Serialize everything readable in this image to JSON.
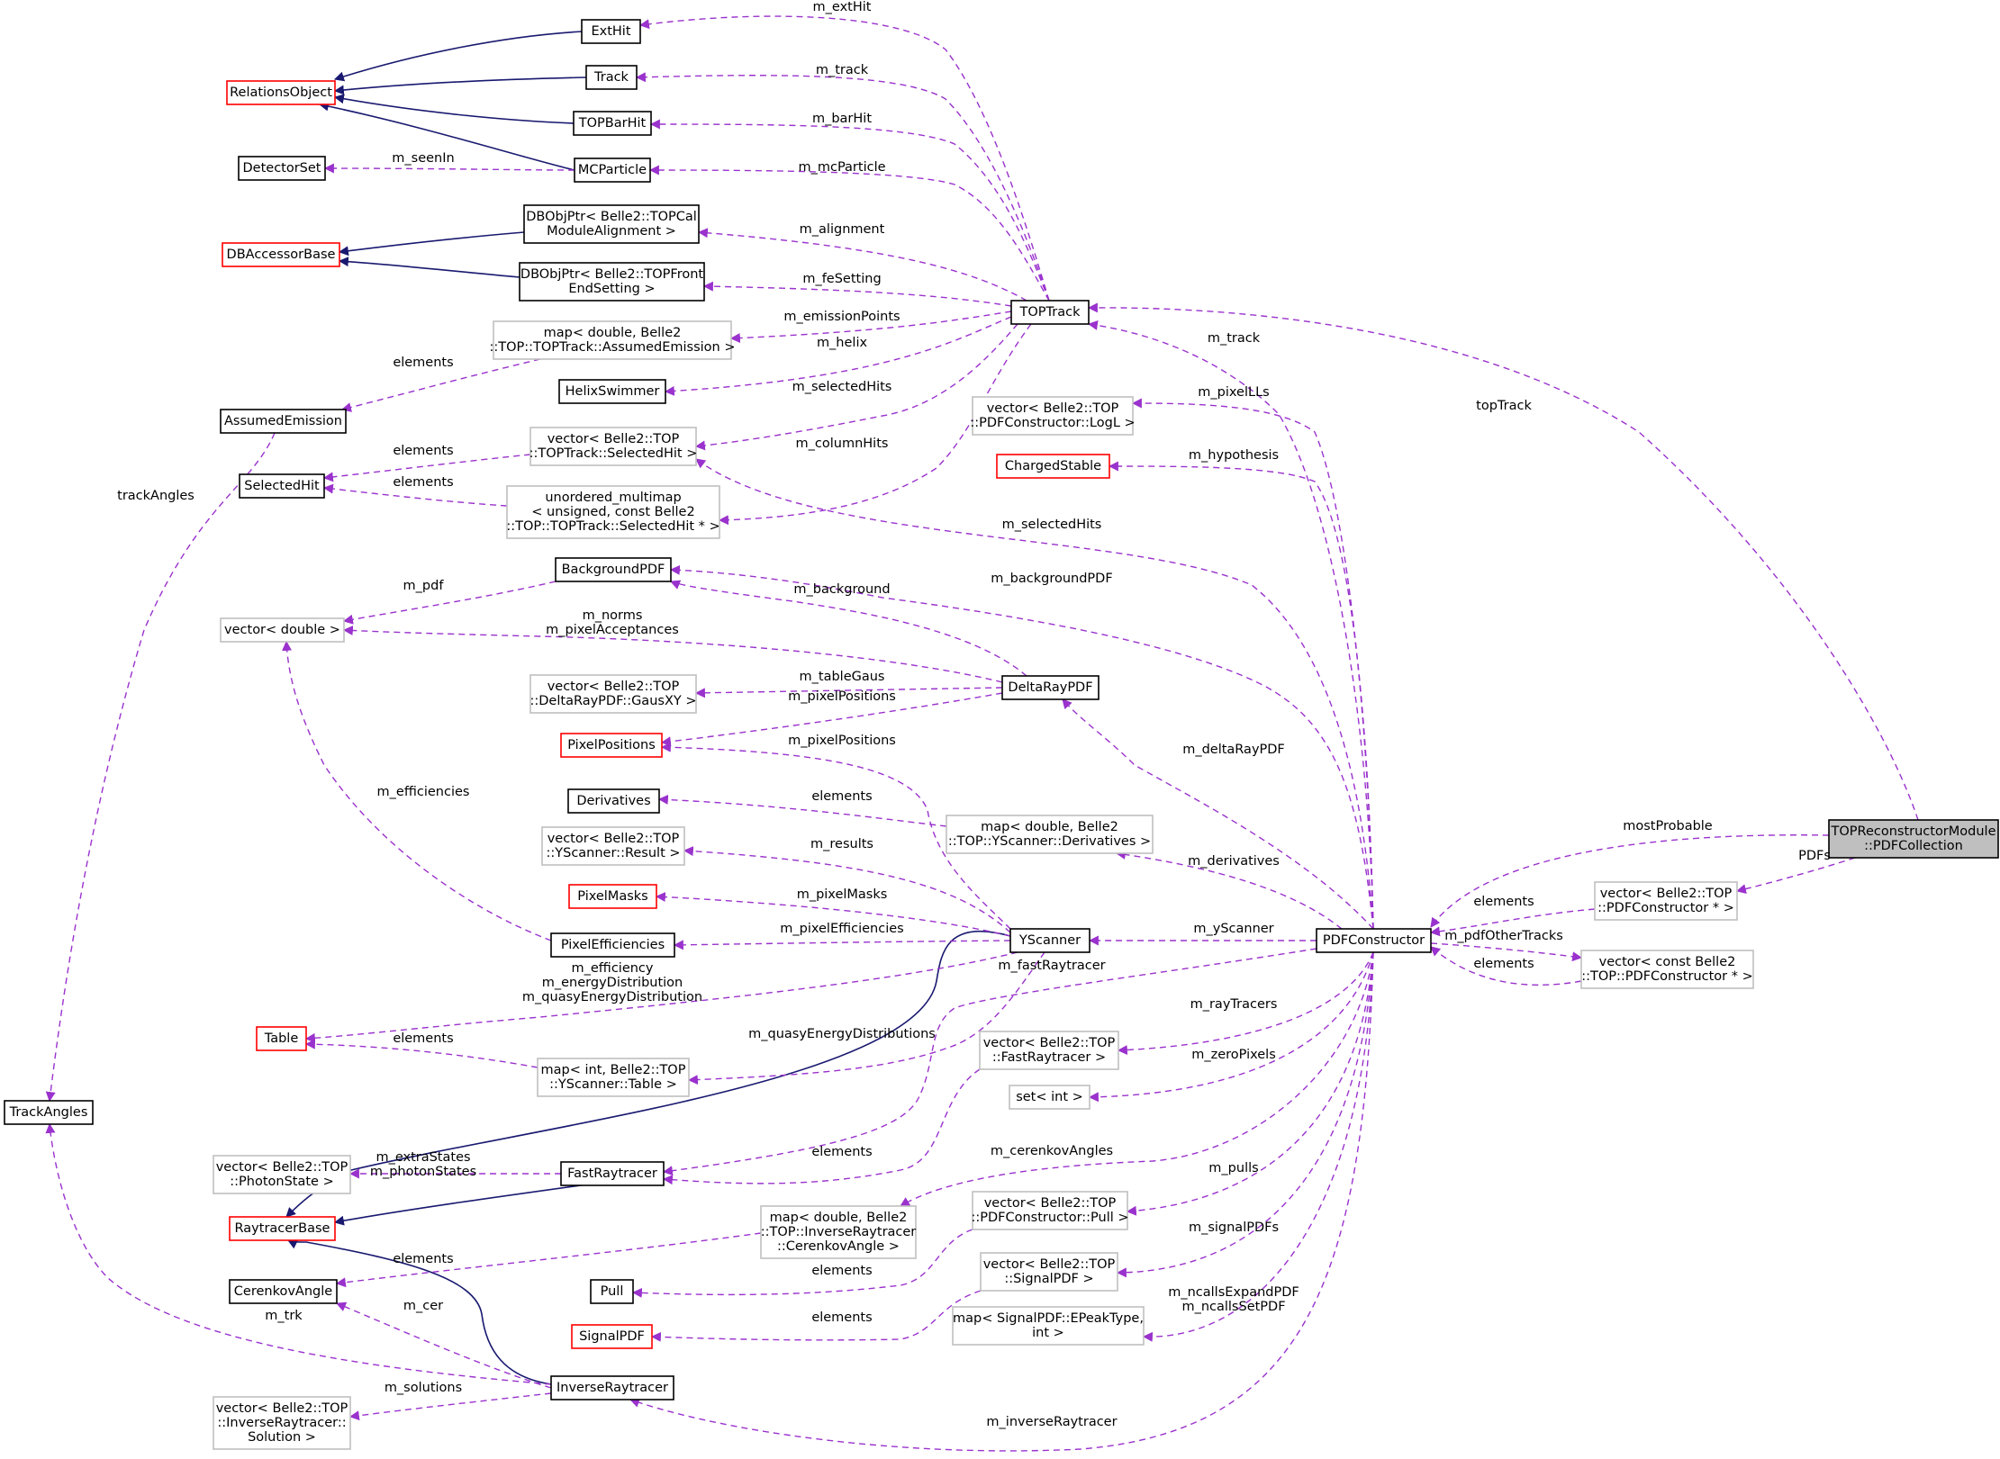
{
  "colors": {
    "inheritance_edge": "#191970",
    "usage_edge": "#9a32cd",
    "focus_fill": "#bfbfbf",
    "undocumented_border": "#bfbfbf",
    "truncated_border": "#ff0000",
    "documented_border": "#000000"
  },
  "nodes": [
    {
      "id": "ExtHit",
      "lines": [
        "ExtHit"
      ],
      "style": "black"
    },
    {
      "id": "RelationsObject",
      "lines": [
        "RelationsObject"
      ],
      "style": "red"
    },
    {
      "id": "Track",
      "lines": [
        "Track"
      ],
      "style": "black"
    },
    {
      "id": "TOPBarHit",
      "lines": [
        "TOPBarHit"
      ],
      "style": "black"
    },
    {
      "id": "DetectorSet",
      "lines": [
        "DetectorSet"
      ],
      "style": "black"
    },
    {
      "id": "MCParticle",
      "lines": [
        "MCParticle"
      ],
      "style": "black"
    },
    {
      "id": "DBAccessorBase",
      "lines": [
        "DBAccessorBase"
      ],
      "style": "red"
    },
    {
      "id": "DBObjAlign",
      "lines": [
        "DBObjPtr< Belle2::TOPCal",
        "ModuleAlignment >"
      ],
      "style": "black"
    },
    {
      "id": "DBObjFront",
      "lines": [
        "DBObjPtr< Belle2::TOPFront",
        "EndSetting >"
      ],
      "style": "black"
    },
    {
      "id": "TOPTrack",
      "lines": [
        "TOPTrack"
      ],
      "style": "black"
    },
    {
      "id": "MapAssumed",
      "lines": [
        "map< double, Belle2",
        "::TOP::TOPTrack::AssumedEmission >"
      ],
      "style": "gray"
    },
    {
      "id": "AssumedEmission",
      "lines": [
        "AssumedEmission"
      ],
      "style": "black"
    },
    {
      "id": "HelixSwimmer",
      "lines": [
        "HelixSwimmer"
      ],
      "style": "black"
    },
    {
      "id": "VecSelectedHit",
      "lines": [
        "vector< Belle2::TOP",
        "::TOPTrack::SelectedHit >"
      ],
      "style": "gray"
    },
    {
      "id": "SelectedHit",
      "lines": [
        "SelectedHit"
      ],
      "style": "black"
    },
    {
      "id": "UnorderedMultimap",
      "lines": [
        "unordered_multimap",
        "< unsigned, const Belle2",
        "::TOP::TOPTrack::SelectedHit * >"
      ],
      "style": "gray"
    },
    {
      "id": "VecLogL",
      "lines": [
        "vector< Belle2::TOP",
        "::PDFConstructor::LogL >"
      ],
      "style": "gray"
    },
    {
      "id": "ChargedStable",
      "lines": [
        "ChargedStable"
      ],
      "style": "red"
    },
    {
      "id": "BackgroundPDF",
      "lines": [
        "BackgroundPDF"
      ],
      "style": "black"
    },
    {
      "id": "VecDouble",
      "lines": [
        "vector< double >"
      ],
      "style": "gray"
    },
    {
      "id": "DeltaRayPDF",
      "lines": [
        "DeltaRayPDF"
      ],
      "style": "black"
    },
    {
      "id": "VecGausXY",
      "lines": [
        "vector< Belle2::TOP",
        "::DeltaRayPDF::GausXY >"
      ],
      "style": "gray"
    },
    {
      "id": "PixelPositions",
      "lines": [
        "PixelPositions"
      ],
      "style": "red"
    },
    {
      "id": "Derivatives",
      "lines": [
        "Derivatives"
      ],
      "style": "black"
    },
    {
      "id": "MapDerivatives",
      "lines": [
        "map< double, Belle2",
        "::TOP::YScanner::Derivatives >"
      ],
      "style": "gray"
    },
    {
      "id": "VecResult",
      "lines": [
        "vector< Belle2::TOP",
        "::YScanner::Result >"
      ],
      "style": "gray"
    },
    {
      "id": "PixelMasks",
      "lines": [
        "PixelMasks"
      ],
      "style": "red"
    },
    {
      "id": "PixelEfficiencies",
      "lines": [
        "PixelEfficiencies"
      ],
      "style": "black"
    },
    {
      "id": "YScanner",
      "lines": [
        "YScanner"
      ],
      "style": "black"
    },
    {
      "id": "TOPReconstructorModule",
      "lines": [
        "TOPReconstructorModule",
        "::PDFCollection"
      ],
      "style": "focus"
    },
    {
      "id": "VecPDFConstructorPtr",
      "lines": [
        "vector< Belle2::TOP",
        "::PDFConstructor * >"
      ],
      "style": "gray"
    },
    {
      "id": "PDFConstructor",
      "lines": [
        "PDFConstructor"
      ],
      "style": "black"
    },
    {
      "id": "VecConstPDFConstructorPtr",
      "lines": [
        "vector< const Belle2",
        "::TOP::PDFConstructor * >"
      ],
      "style": "gray"
    },
    {
      "id": "Table",
      "lines": [
        "Table"
      ],
      "style": "red"
    },
    {
      "id": "MapTable",
      "lines": [
        "map< int, Belle2::TOP",
        "::YScanner::Table >"
      ],
      "style": "gray"
    },
    {
      "id": "VecFastRaytracer",
      "lines": [
        "vector< Belle2::TOP",
        "::FastRaytracer >"
      ],
      "style": "gray"
    },
    {
      "id": "SetInt",
      "lines": [
        "set< int >"
      ],
      "style": "gray"
    },
    {
      "id": "TrackAngles",
      "lines": [
        "TrackAngles"
      ],
      "style": "black"
    },
    {
      "id": "VecPhotonState",
      "lines": [
        "vector< Belle2::TOP",
        "::PhotonState >"
      ],
      "style": "gray"
    },
    {
      "id": "FastRaytracer",
      "lines": [
        "FastRaytracer"
      ],
      "style": "black"
    },
    {
      "id": "RaytracerBase",
      "lines": [
        "RaytracerBase"
      ],
      "style": "red"
    },
    {
      "id": "MapCerenkov",
      "lines": [
        "map< double, Belle2",
        "::TOP::InverseRaytracer",
        "::CerenkovAngle >"
      ],
      "style": "gray"
    },
    {
      "id": "VecPull",
      "lines": [
        "vector< Belle2::TOP",
        "::PDFConstructor::Pull >"
      ],
      "style": "gray"
    },
    {
      "id": "CerenkovAngle",
      "lines": [
        "CerenkovAngle"
      ],
      "style": "black"
    },
    {
      "id": "Pull",
      "lines": [
        "Pull"
      ],
      "style": "black"
    },
    {
      "id": "VecSignalPDF",
      "lines": [
        "vector< Belle2::TOP",
        "::SignalPDF >"
      ],
      "style": "gray"
    },
    {
      "id": "SignalPDF",
      "lines": [
        "SignalPDF"
      ],
      "style": "red"
    },
    {
      "id": "MapEPeak",
      "lines": [
        "map< SignalPDF::EPeakType,",
        "int >"
      ],
      "style": "gray"
    },
    {
      "id": "InverseRaytracer",
      "lines": [
        "InverseRaytracer"
      ],
      "style": "black"
    },
    {
      "id": "VecSolution",
      "lines": [
        "vector< Belle2::TOP",
        "::InverseRaytracer::",
        "Solution >"
      ],
      "style": "gray"
    }
  ],
  "edge_labels": [
    {
      "id": "m_extHit",
      "lines": [
        "m_extHit"
      ]
    },
    {
      "id": "m_track_top",
      "lines": [
        "m_track"
      ]
    },
    {
      "id": "m_barHit",
      "lines": [
        "m_barHit"
      ]
    },
    {
      "id": "m_seenIn",
      "lines": [
        "m_seenIn"
      ]
    },
    {
      "id": "m_mcParticle",
      "lines": [
        "m_mcParticle"
      ]
    },
    {
      "id": "m_alignment",
      "lines": [
        "m_alignment"
      ]
    },
    {
      "id": "m_feSetting",
      "lines": [
        "m_feSetting"
      ]
    },
    {
      "id": "m_emissionPoints",
      "lines": [
        "m_emissionPoints"
      ]
    },
    {
      "id": "m_helix",
      "lines": [
        "m_helix"
      ]
    },
    {
      "id": "elements_assumed",
      "lines": [
        "elements"
      ]
    },
    {
      "id": "m_selectedHits_top",
      "lines": [
        "m_selectedHits"
      ]
    },
    {
      "id": "elements_selhit1",
      "lines": [
        "elements"
      ]
    },
    {
      "id": "m_columnHits",
      "lines": [
        "m_columnHits"
      ]
    },
    {
      "id": "elements_selhit2",
      "lines": [
        "elements"
      ]
    },
    {
      "id": "trackAngles",
      "lines": [
        "trackAngles"
      ]
    },
    {
      "id": "topTrack",
      "lines": [
        "topTrack"
      ]
    },
    {
      "id": "m_track_pdf",
      "lines": [
        "m_track"
      ]
    },
    {
      "id": "m_pixelLLs",
      "lines": [
        "m_pixelLLs"
      ]
    },
    {
      "id": "m_hypothesis",
      "lines": [
        "m_hypothesis"
      ]
    },
    {
      "id": "m_selectedHits_pdf",
      "lines": [
        "m_selectedHits"
      ]
    },
    {
      "id": "m_pdf",
      "lines": [
        "m_pdf"
      ]
    },
    {
      "id": "m_backgroundPDF",
      "lines": [
        "m_backgroundPDF"
      ]
    },
    {
      "id": "m_background",
      "lines": [
        "m_background"
      ]
    },
    {
      "id": "m_norms",
      "lines": [
        "m_norms",
        "m_pixelAcceptances"
      ]
    },
    {
      "id": "m_tableGaus",
      "lines": [
        "m_tableGaus"
      ]
    },
    {
      "id": "m_pixelPositions_delta",
      "lines": [
        "m_pixelPositions"
      ]
    },
    {
      "id": "m_pixelPositions_y",
      "lines": [
        "m_pixelPositions"
      ]
    },
    {
      "id": "m_deltaRayPDF",
      "lines": [
        "m_deltaRayPDF"
      ]
    },
    {
      "id": "m_efficiencies",
      "lines": [
        "m_efficiencies"
      ]
    },
    {
      "id": "elements_deriv",
      "lines": [
        "elements"
      ]
    },
    {
      "id": "mostProbable",
      "lines": [
        "mostProbable"
      ]
    },
    {
      "id": "PDFs",
      "lines": [
        "PDFs"
      ]
    },
    {
      "id": "m_results",
      "lines": [
        "m_results"
      ]
    },
    {
      "id": "m_derivatives",
      "lines": [
        "m_derivatives"
      ]
    },
    {
      "id": "elements_pdfptr",
      "lines": [
        "elements"
      ]
    },
    {
      "id": "m_pixelMasks",
      "lines": [
        "m_pixelMasks"
      ]
    },
    {
      "id": "m_pixelEfficiencies",
      "lines": [
        "m_pixelEfficiencies"
      ]
    },
    {
      "id": "m_yScanner",
      "lines": [
        "m_yScanner"
      ]
    },
    {
      "id": "m_pdfOtherTracks",
      "lines": [
        "m_pdfOtherTracks"
      ]
    },
    {
      "id": "elements_constpdf",
      "lines": [
        "elements"
      ]
    },
    {
      "id": "m_efficiency",
      "lines": [
        "m_efficiency",
        "m_energyDistribution",
        "m_quasyEnergyDistribution"
      ]
    },
    {
      "id": "m_fastRaytracer",
      "lines": [
        "m_fastRaytracer"
      ]
    },
    {
      "id": "m_rayTracers",
      "lines": [
        "m_rayTracers"
      ]
    },
    {
      "id": "m_quasyEnergyDistributions",
      "lines": [
        "m_quasyEnergyDistributions"
      ]
    },
    {
      "id": "elements_table",
      "lines": [
        "elements"
      ]
    },
    {
      "id": "m_zeroPixels",
      "lines": [
        "m_zeroPixels"
      ]
    },
    {
      "id": "m_extraStates",
      "lines": [
        "m_extraStates",
        "m_photonStates"
      ]
    },
    {
      "id": "elements_fast",
      "lines": [
        "elements"
      ]
    },
    {
      "id": "m_cerenkovAngles",
      "lines": [
        "m_cerenkovAngles"
      ]
    },
    {
      "id": "m_pulls",
      "lines": [
        "m_pulls"
      ]
    },
    {
      "id": "elements_cer",
      "lines": [
        "elements"
      ]
    },
    {
      "id": "m_signalPDFs",
      "lines": [
        "m_signalPDFs"
      ]
    },
    {
      "id": "elements_pull",
      "lines": [
        "elements"
      ]
    },
    {
      "id": "m_trk",
      "lines": [
        "m_trk"
      ]
    },
    {
      "id": "m_cer",
      "lines": [
        "m_cer"
      ]
    },
    {
      "id": "m_ncalls",
      "lines": [
        "m_ncallsExpandPDF",
        "m_ncallsSetPDF"
      ]
    },
    {
      "id": "elements_signal",
      "lines": [
        "elements"
      ]
    },
    {
      "id": "m_solutions",
      "lines": [
        "m_solutions"
      ]
    },
    {
      "id": "m_inverseRaytracer",
      "lines": [
        "m_inverseRaytracer"
      ]
    }
  ]
}
